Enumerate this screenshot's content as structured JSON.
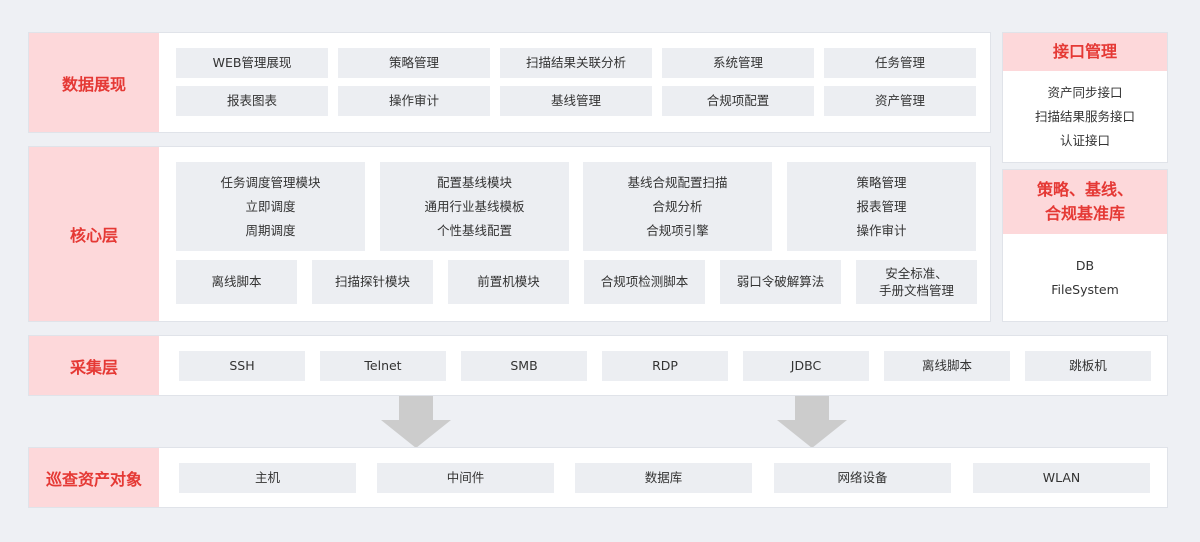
{
  "display_layer": {
    "label": "数据展现",
    "items": [
      "WEB管理展现",
      "策略管理",
      "扫描结果关联分析",
      "系统管理",
      "任务管理",
      "报表图表",
      "操作审计",
      "基线管理",
      "合规项配置",
      "资产管理"
    ]
  },
  "core_layer": {
    "label": "核心层",
    "groups": [
      [
        "任务调度管理模块",
        "立即调度",
        "周期调度"
      ],
      [
        "配置基线模块",
        "通用行业基线模板",
        "个性基线配置"
      ],
      [
        "基线合规配置扫描",
        "合规分析",
        "合规项引擎"
      ],
      [
        "策略管理",
        "报表管理",
        "操作审计"
      ]
    ],
    "modules": [
      [
        "离线脚本"
      ],
      [
        "扫描探针模块"
      ],
      [
        "前置机模块"
      ],
      [
        "合规项检测脚本"
      ],
      [
        "弱口令破解算法"
      ],
      [
        "安全标准、",
        "手册文档管理"
      ]
    ]
  },
  "interface_mgmt": {
    "title": "接口管理",
    "items": [
      "资产同步接口",
      "扫描结果服务接口",
      "认证接口"
    ]
  },
  "policy_db": {
    "title_lines": [
      "策略、基线、",
      "合规基准库"
    ],
    "items": [
      "DB",
      "FileSystem"
    ]
  },
  "collect_layer": {
    "label": "采集层",
    "items": [
      "SSH",
      "Telnet",
      "SMB",
      "RDP",
      "JDBC",
      "离线脚本",
      "跳板机"
    ]
  },
  "asset_layer": {
    "label": "巡查资产对象",
    "items": [
      "主机",
      "中间件",
      "数据库",
      "网络设备",
      "WLAN"
    ]
  },
  "colors": {
    "label_bg": "#fdd8da",
    "label_text": "#e53935",
    "cell_bg": "#eceef2",
    "arrow": "#cccccc",
    "page_bg": "#eef0f4"
  }
}
